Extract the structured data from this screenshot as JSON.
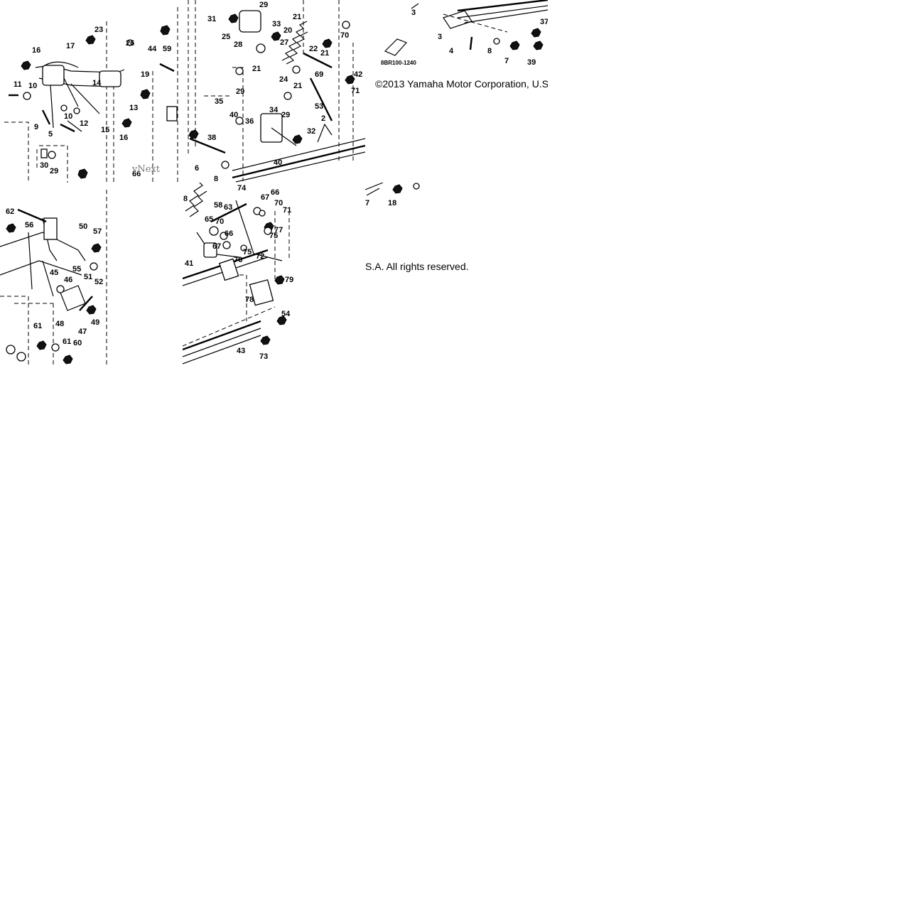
{
  "copyright_line_1": "©2013 Yamaha Motor Corporation, U.S",
  "copyright_line_2": "S.A. All rights reserved.",
  "diagram_code": "8BR100-1240",
  "watermark": "vNext",
  "tile_a_callouts": [
    "23",
    "26",
    "16",
    "17",
    "44",
    "59",
    "19",
    "11",
    "10",
    "14",
    "13",
    "15",
    "16",
    "9",
    "5",
    "12",
    "10",
    "30",
    "29",
    "66"
  ],
  "tile_b_callouts": [
    "29",
    "31",
    "33",
    "25",
    "20",
    "27",
    "28",
    "21",
    "22",
    "21",
    "69",
    "21",
    "29",
    "24",
    "21",
    "53",
    "35",
    "34",
    "29",
    "40",
    "36",
    "32",
    "38",
    "2",
    "6",
    "40",
    "8",
    "70",
    "42",
    "71"
  ],
  "tile_c_callouts": [
    "3",
    "37",
    "3",
    "4",
    "8",
    "7",
    "39"
  ],
  "tile_d_callouts": [
    "62",
    "56",
    "50",
    "57",
    "55",
    "45",
    "51",
    "52",
    "46",
    "48",
    "49",
    "47",
    "61",
    "61",
    "60"
  ],
  "tile_e_callouts": [
    "8",
    "58",
    "63",
    "74",
    "67",
    "66",
    "70",
    "71",
    "65",
    "70",
    "66",
    "77",
    "75",
    "41",
    "67",
    "76",
    "75",
    "72",
    "79",
    "78",
    "54",
    "43",
    "73"
  ],
  "tile_f_callouts": [
    "7",
    "18"
  ],
  "icons": {
    "nut": "hex-nut-icon",
    "bolt": "bolt-icon",
    "spring": "coil-spring-icon",
    "washer": "washer-icon"
  }
}
